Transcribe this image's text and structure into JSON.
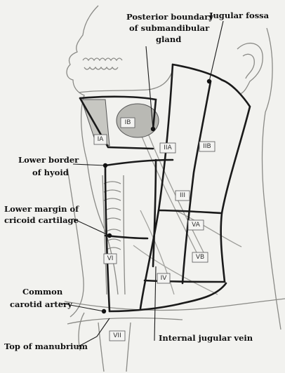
{
  "colors": {
    "background": "#f2f2ef",
    "ink": "#111111",
    "sketch": "#8a8a86",
    "shade": "#bdbdb8"
  },
  "labels": {
    "posterior_boundary_1": "Posterior boundary",
    "posterior_boundary_2": "of submandibular",
    "posterior_boundary_3": "gland",
    "jugular_fossa": "Jugular fossa",
    "lower_border_hyoid_1": "Lower border",
    "lower_border_hyoid_2": "of hyoid",
    "lower_margin_cricoid_1": "Lower margin of",
    "lower_margin_cricoid_2": "cricoid cartilage",
    "common_carotid_1": "Common",
    "common_carotid_2": "carotid artery",
    "top_manubrium": "Top of manubrium",
    "internal_jugular_vein": "Internal jugular vein"
  },
  "levels": {
    "IA": "IA",
    "IB": "IB",
    "IIA": "IIA",
    "IIB": "IIB",
    "III": "III",
    "IV": "IV",
    "VA": "VA",
    "VB": "VB",
    "VI": "VI",
    "VII": "VII"
  }
}
